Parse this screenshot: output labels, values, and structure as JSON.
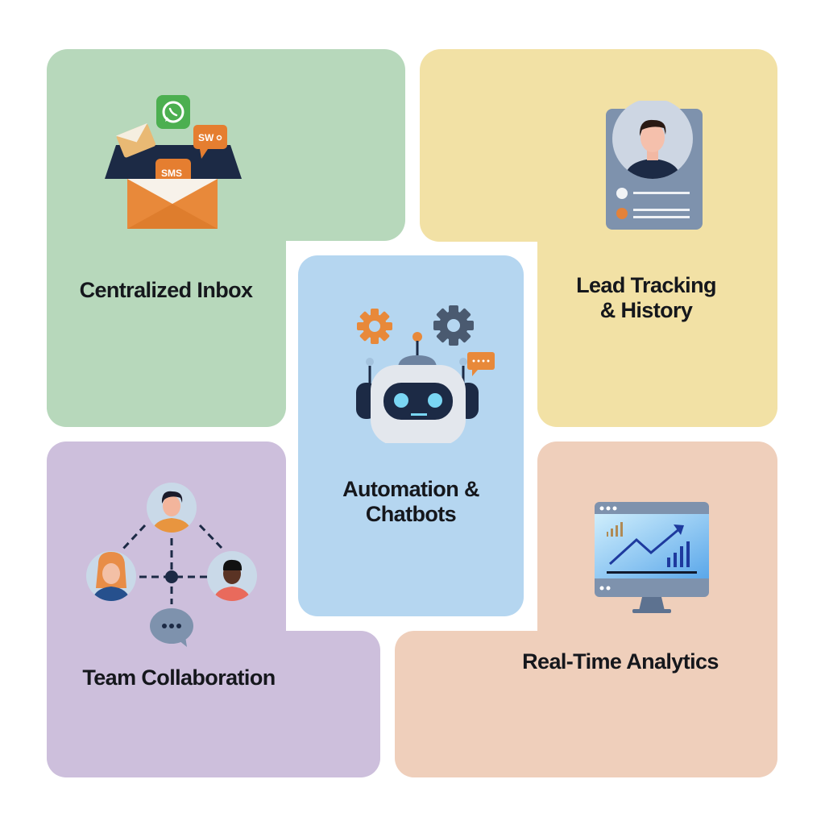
{
  "colors": {
    "green": "#b7d8bb",
    "yellow": "#f2e1a5",
    "blue": "#b5d6f0",
    "purple": "#cdbfdc",
    "peach": "#efcfbb",
    "orange": "#e8893a",
    "navy": "#1c2a45",
    "slate": "#7e92ad"
  },
  "features": [
    {
      "id": "centralized-inbox",
      "title": "Centralized Inbox",
      "icon": "inbox-icon",
      "icon_badges": [
        "whatsapp-icon",
        "email-icon",
        "SW",
        "SMS"
      ]
    },
    {
      "id": "lead-tracking",
      "title_line1": "Lead Tracking",
      "title_line2": "& History",
      "icon": "contact-card-icon"
    },
    {
      "id": "automation",
      "title_line1": "Automation &",
      "title_line2": "Chatbots",
      "icon": "robot-icon"
    },
    {
      "id": "team-collaboration",
      "title": "Team Collaboration",
      "icon": "team-network-icon"
    },
    {
      "id": "real-time-analytics",
      "title": "Real-Time Analytics",
      "icon": "analytics-monitor-icon"
    }
  ],
  "inbox_badges": {
    "sw": "SW",
    "sms": "SMS"
  }
}
